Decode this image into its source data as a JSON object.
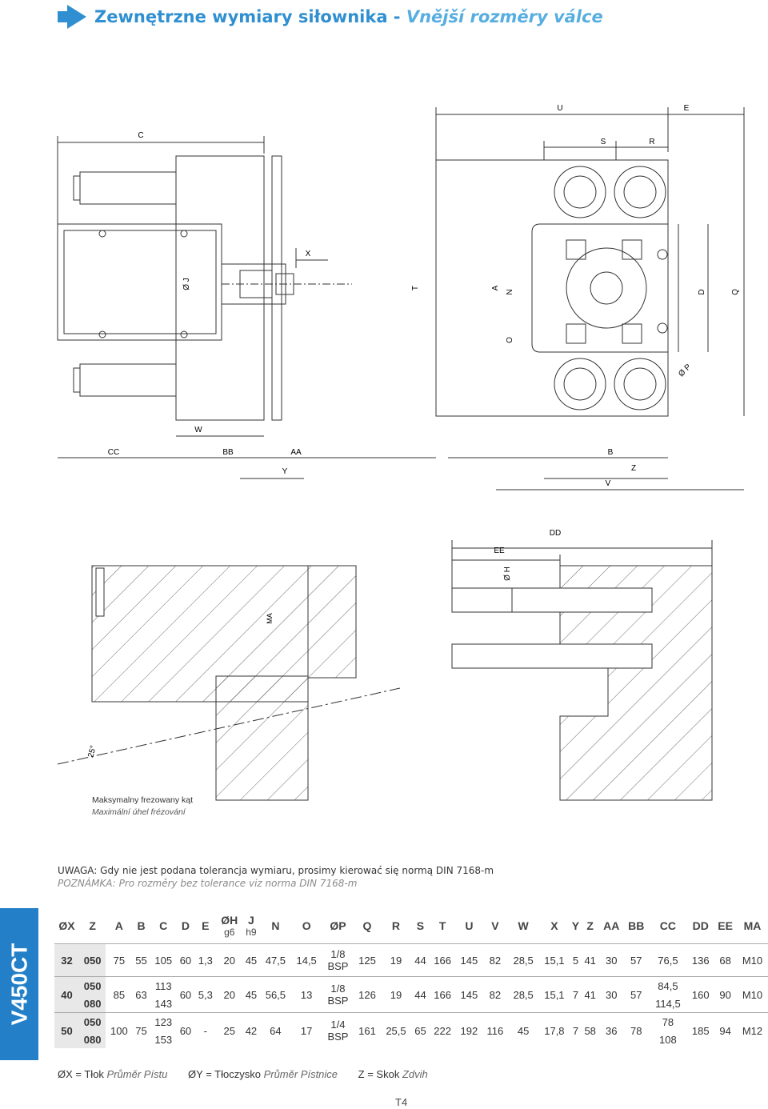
{
  "title": {
    "pl": "Zewnętrzne wymiary siłownika - ",
    "cz": "Vnější rozměry válce"
  },
  "drawing_top": {
    "labels": {
      "C": "C",
      "U": "U",
      "E": "E",
      "S": "S",
      "R": "R",
      "X": "X",
      "J": "Ø J",
      "T": "T",
      "A": "A",
      "N": "N",
      "O": "O",
      "D": "D",
      "Q": "Q",
      "P": "Ø P",
      "W": "W",
      "CC": "CC",
      "BB": "BB",
      "AA": "AA",
      "Y": "Y",
      "B": "B",
      "Z": "Z",
      "V": "V"
    }
  },
  "drawing_bottom": {
    "labels": {
      "DD": "DD",
      "EE": "EE",
      "H": "Ø H",
      "MA": "MA",
      "angle": "25°"
    },
    "caption_pl": "Maksymalny frezowany kąt",
    "caption_cz": "Maximální úhel frézování"
  },
  "notes": {
    "pl": "UWAGA: Gdy nie jest podana tolerancja wymiaru, prosimy kierować się normą DIN 7168-m",
    "cz": "POZNÁMKA: Pro rozměry bez tolerance viz norma DIN 7168-m"
  },
  "sidebar_label": "V450CT",
  "table": {
    "headers": [
      "ØX",
      "Z",
      "A",
      "B",
      "C",
      "D",
      "E",
      "ØH",
      "J",
      "N",
      "O",
      "ØP",
      "Q",
      "R",
      "S",
      "T",
      "U",
      "V",
      "W",
      "X",
      "Y",
      "Z",
      "AA",
      "BB",
      "CC",
      "DD",
      "EE",
      "MA"
    ],
    "header_subs": {
      "ØH": "g6",
      "J": "h9"
    },
    "row32": [
      "32",
      "050",
      "75",
      "55",
      "105",
      "60",
      "1,3",
      "20",
      "45",
      "47,5",
      "14,5",
      "1/8",
      "BSP",
      "125",
      "19",
      "44",
      "166",
      "145",
      "82",
      "28,5",
      "15,1",
      "5",
      "41",
      "30",
      "57",
      "76,5",
      "136",
      "68",
      "M10"
    ],
    "row40": {
      "x": "40",
      "z1": "050",
      "z2": "080",
      "a": "85",
      "b": "63",
      "c1": "113",
      "c2": "143",
      "d": "60",
      "e": "5,3",
      "h": "20",
      "j": "45",
      "n": "56,5",
      "o": "13",
      "p1": "1/8",
      "p2": "BSP",
      "q": "126",
      "r": "19",
      "s": "44",
      "t": "166",
      "u": "145",
      "v": "82",
      "w": "28,5",
      "xx": "15,1",
      "y": "7",
      "zz": "41",
      "aa": "30",
      "bb": "57",
      "cc1": "84,5",
      "cc2": "114,5",
      "dd": "160",
      "ee": "90",
      "ma": "M10"
    },
    "row50": {
      "x": "50",
      "z1": "050",
      "z2": "080",
      "a": "100",
      "b": "75",
      "c1": "123",
      "c2": "153",
      "d": "60",
      "e": "-",
      "h": "25",
      "j": "42",
      "n": "64",
      "o": "17",
      "p1": "1/4",
      "p2": "BSP",
      "q": "161",
      "r": "25,5",
      "s": "65",
      "t": "222",
      "u": "192",
      "v": "116",
      "w": "45",
      "xx": "17,8",
      "y": "7",
      "zz": "58",
      "aa": "36",
      "bb": "78",
      "cc1": "78",
      "cc2": "108",
      "dd": "185",
      "ee": "94",
      "ma": "M12"
    }
  },
  "legend": {
    "x_pl": "ØX = Tłok ",
    "x_cz": "Průměr Pístu",
    "y_pl": "ØY = Tłoczysko ",
    "y_cz": "Průměr Pístnice",
    "z_pl": "Z = Skok ",
    "z_cz": "Zdvih"
  },
  "page_code": "T4",
  "colors": {
    "accent": "#2f8fd0",
    "sidebar": "#2380c8",
    "shade": "#e8e8e8"
  }
}
